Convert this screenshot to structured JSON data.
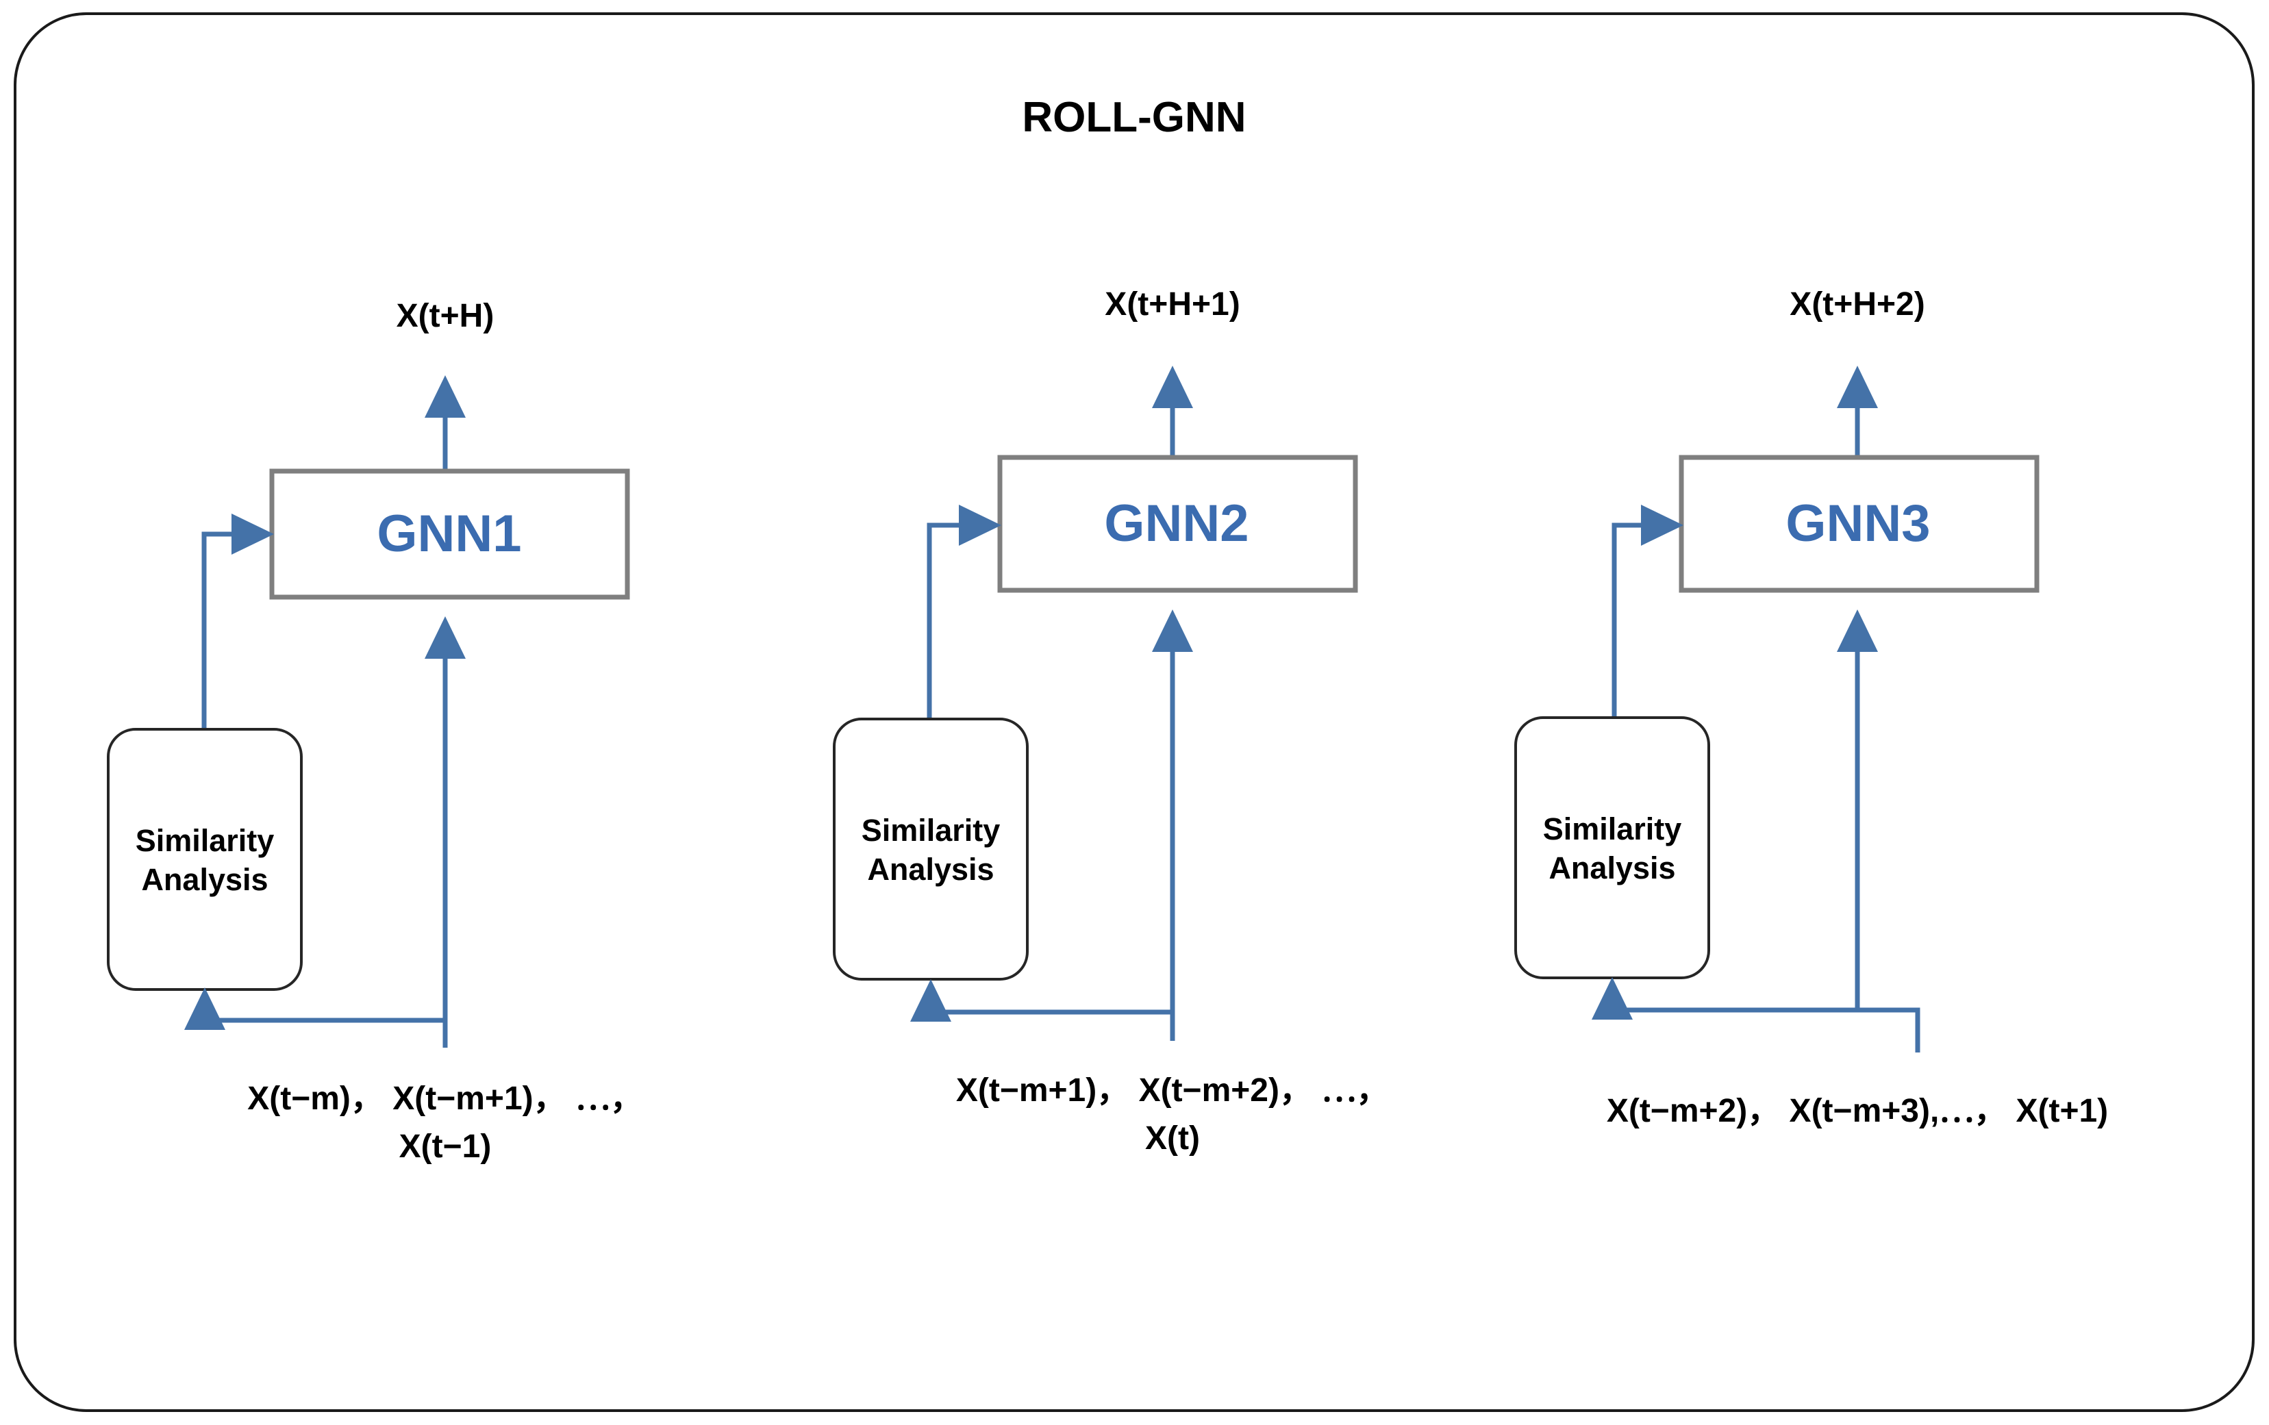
{
  "diagram": {
    "title": "ROLL-GNN",
    "type": "flowchart",
    "colors": {
      "flow_arrow": "#4472a8",
      "gnn_label": "#3b6cb0",
      "gnn_border": "#7f7f7f",
      "sim_border": "#262626",
      "frame_border": "#1a1a1a",
      "text": "#000000",
      "background": "#ffffff"
    },
    "frame": {
      "label": "outer-rounded-frame"
    },
    "columns": [
      {
        "id": "stage-1",
        "output_label": "X(t+H)",
        "gnn_label": "GNN1",
        "similarity_label_line1": "Similarity",
        "similarity_label_line2": "Analysis",
        "input_label_line1": "X(t−m)， X(t−m+1)， ⋯，",
        "input_label_line2": "X(t−1)"
      },
      {
        "id": "stage-2",
        "output_label": "X(t+H+1)",
        "gnn_label": "GNN2",
        "similarity_label_line1": "Similarity",
        "similarity_label_line2": "Analysis",
        "input_label_line1": "X(t−m+1)， X(t−m+2)， ⋯，",
        "input_label_line2": "X(t)"
      },
      {
        "id": "stage-3",
        "output_label": "X(t+H+2)",
        "gnn_label": "GNN3",
        "similarity_label_line1": "Similarity",
        "similarity_label_line2": "Analysis",
        "input_label_line1": "X(t−m+2)， X(t−m+3),⋯， X(t+1)",
        "input_label_line2": ""
      }
    ]
  }
}
